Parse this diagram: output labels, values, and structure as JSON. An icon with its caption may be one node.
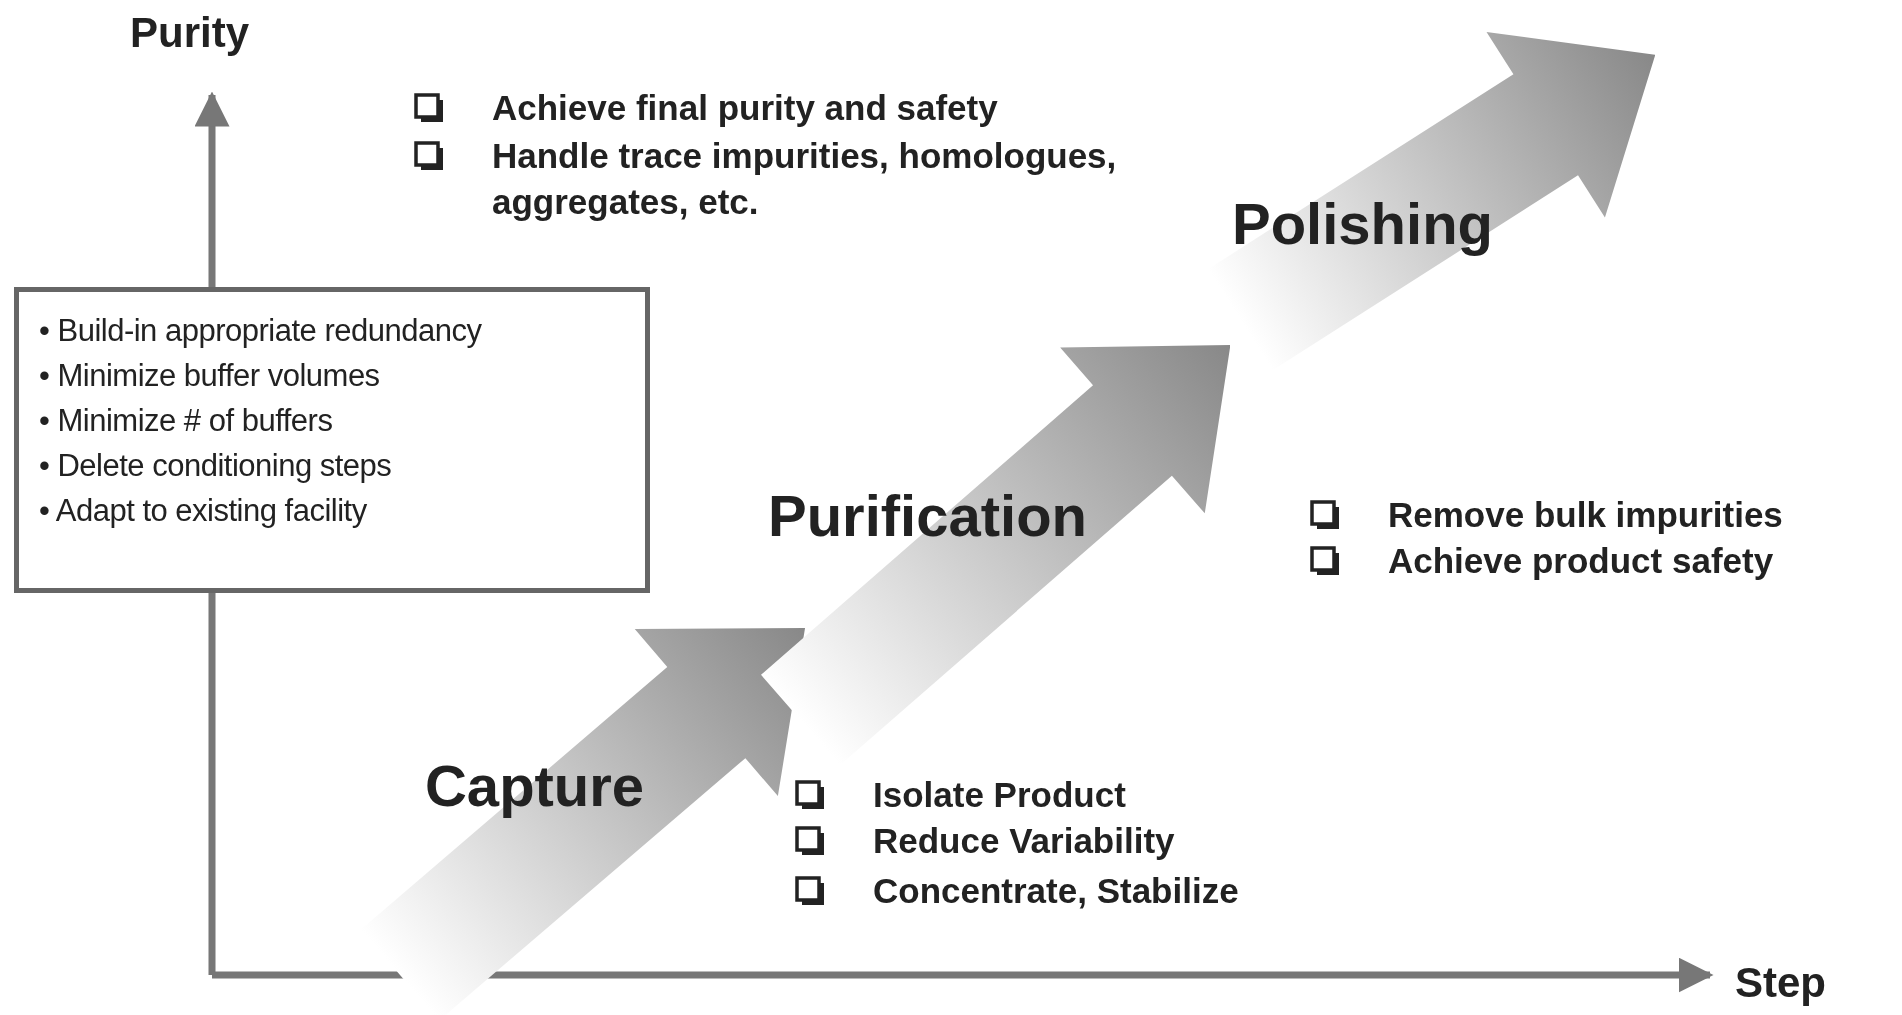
{
  "diagram": {
    "nodes": [
      {
        "text": [
          "• Build-in appropriate redundancy",
          "• Minimize buffer volumes",
          "• Minimize # of buffers",
          "• Delete conditioning steps",
          "• Adapt to existing facility"
        ]
      },
      {
        "text": [
          "Capture"
        ]
      },
      {
        "text": [
          "Purification"
        ]
      },
      {
        "text": [
          "Polishing"
        ]
      }
    ],
    "edges": [],
    "labels": [
      "Purity",
      "Achieve final purity and safety",
      "Handle trace impurities, homologues, aggregates, etc.",
      "Remove bulk impurities",
      "Achieve product safety",
      "Isolate Product",
      "Reduce Variability",
      "Concentrate, Stabilize",
      "Step"
    ]
  }
}
